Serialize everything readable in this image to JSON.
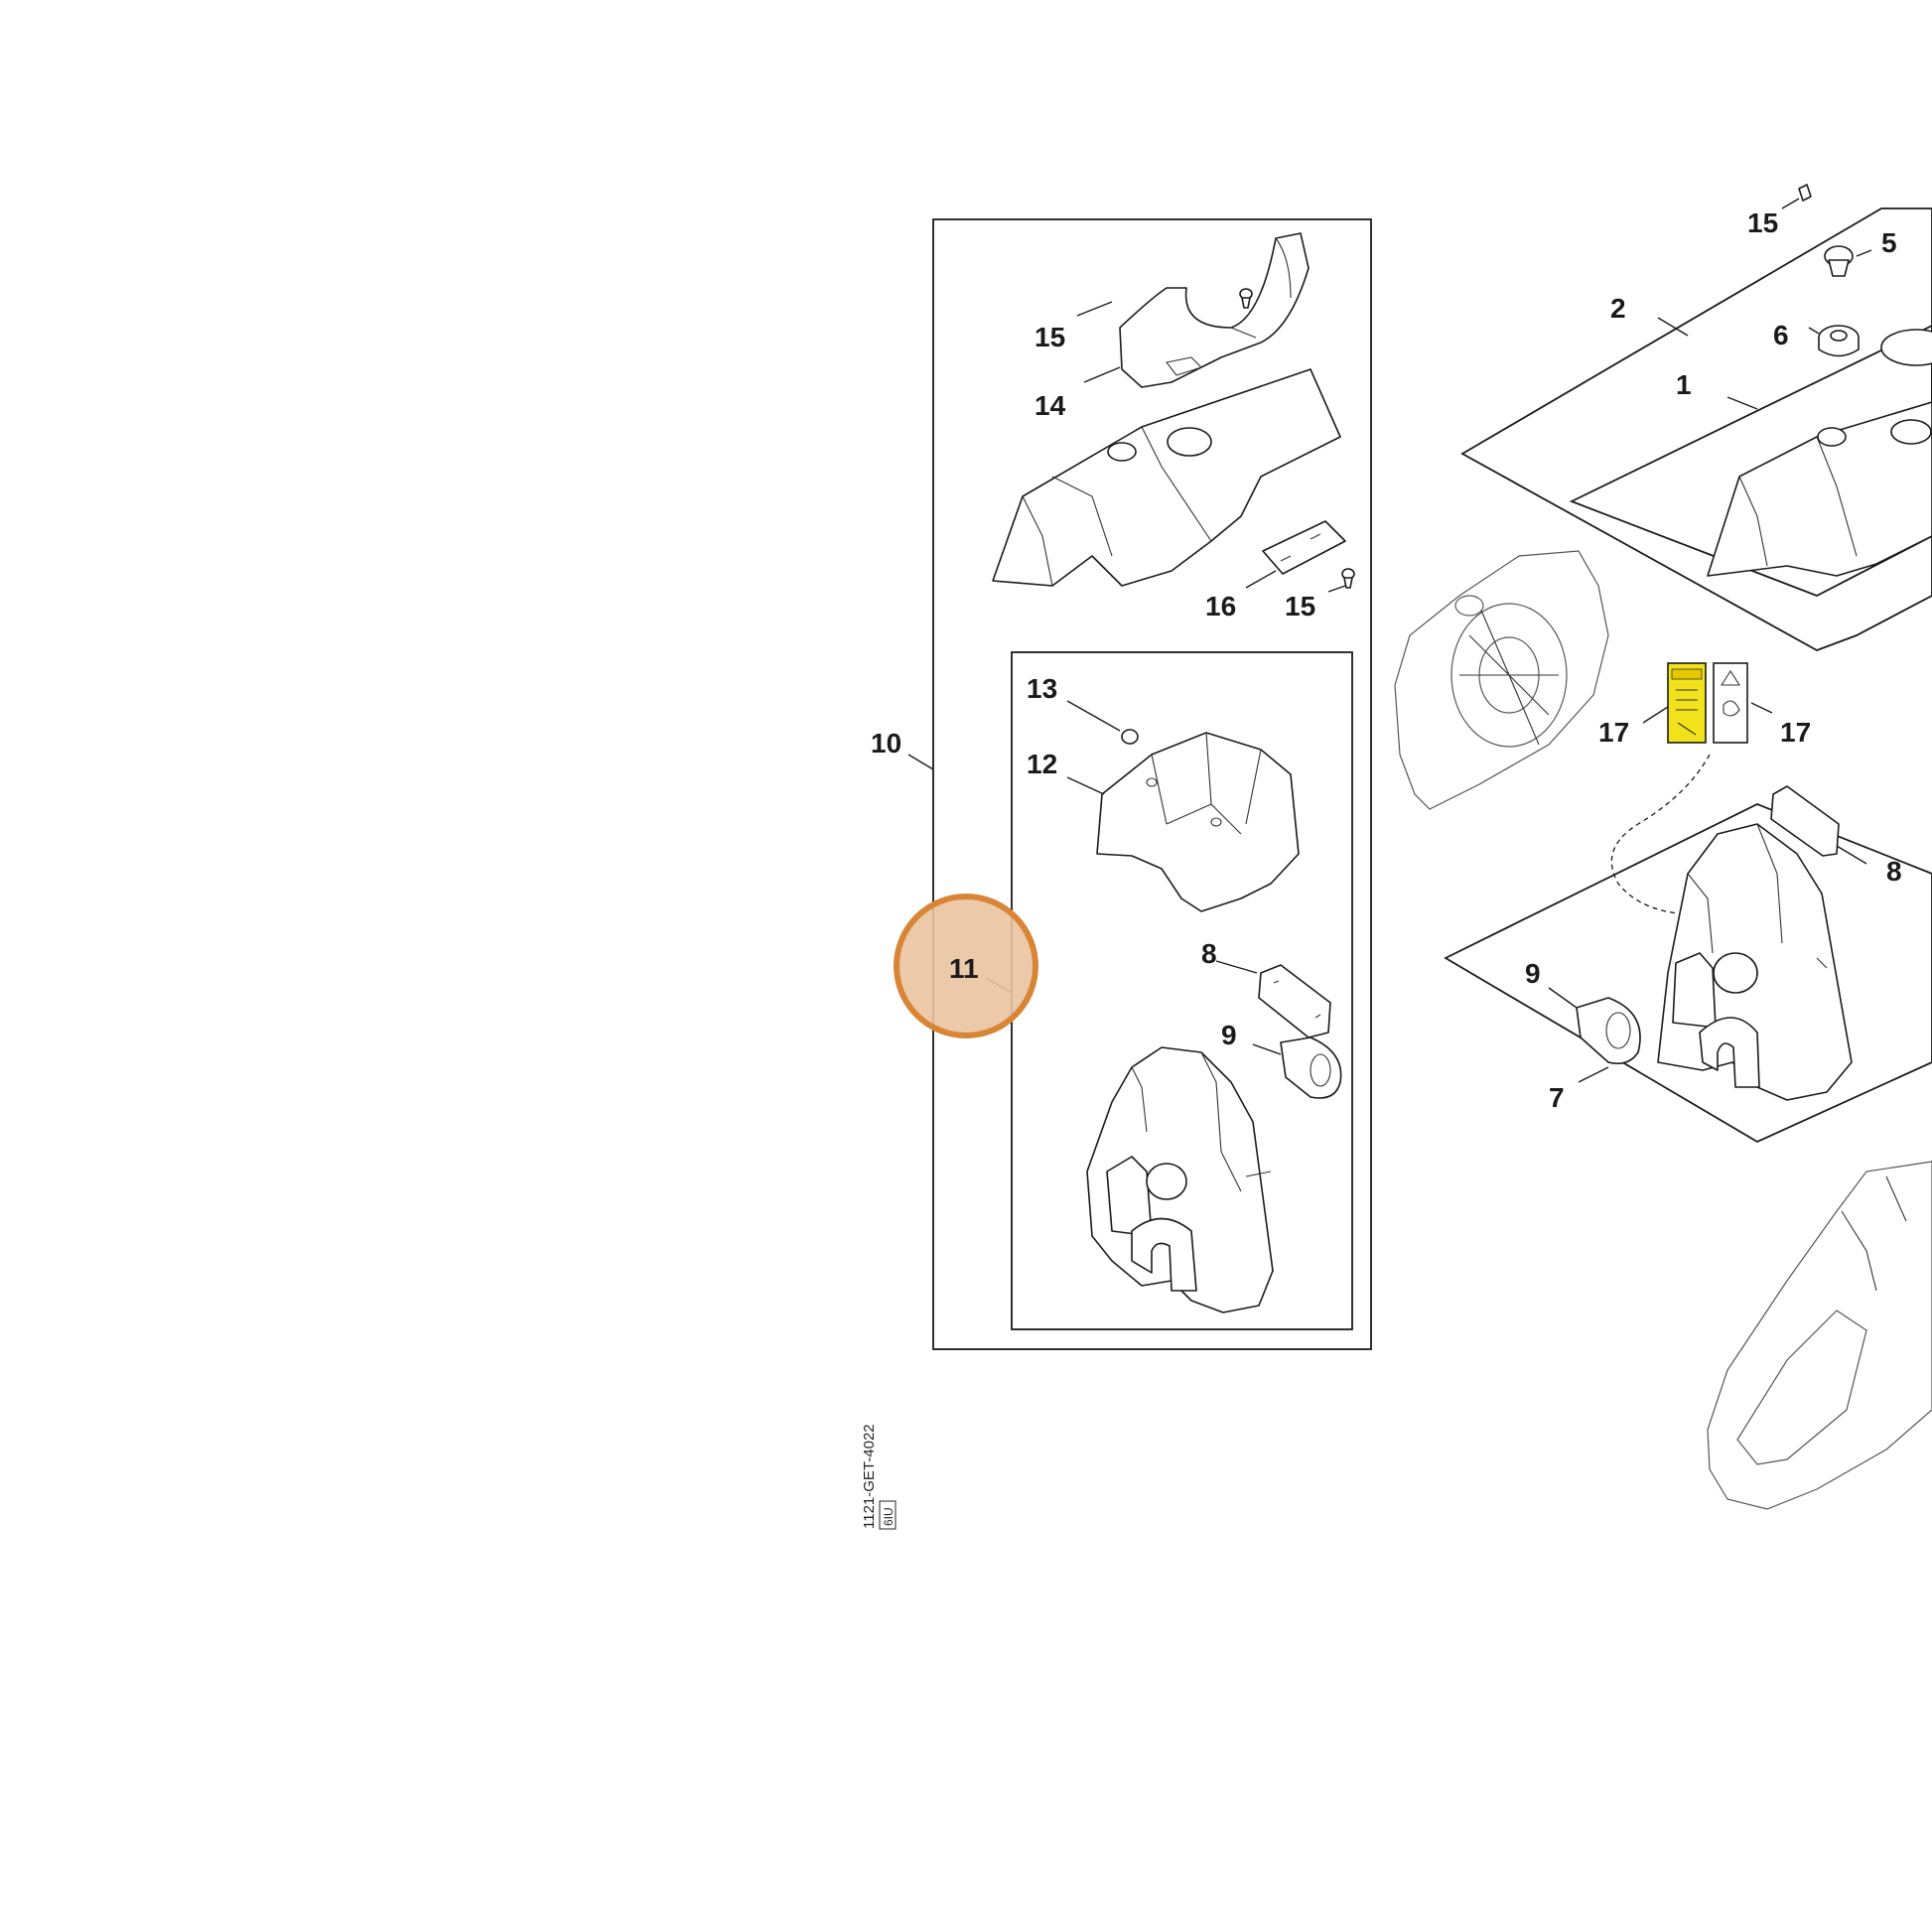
{
  "diagram": {
    "document_code": "1121-GET-4022",
    "document_code_sub": "6IU",
    "highlight_label": "11",
    "colors": {
      "highlight_fill": "#e9c3a0",
      "highlight_ring": "#d88536",
      "label_yellow": "#f2e21b",
      "line": "#1a1a1a"
    },
    "callouts": {
      "c15a": "15",
      "c14": "14",
      "c16": "16",
      "c15b": "15",
      "c13": "13",
      "c12": "12",
      "c10": "10",
      "c8a": "8",
      "c9a": "9",
      "c15c": "15",
      "c5": "5",
      "c2": "2",
      "c6": "6",
      "c1": "1",
      "c17a": "17",
      "c17b": "17",
      "c8b": "8",
      "c9b": "9",
      "c7": "7"
    }
  }
}
